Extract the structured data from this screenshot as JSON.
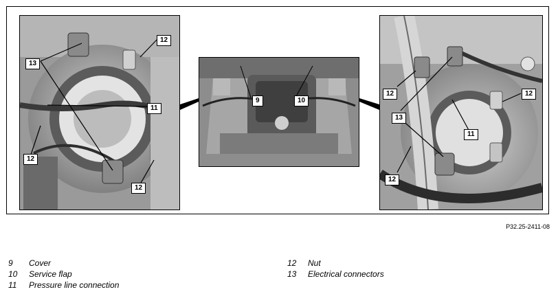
{
  "figure": {
    "code": "P32.25-2411-08",
    "callouts": {
      "left": [
        "12",
        "13",
        "11",
        "12",
        "12"
      ],
      "center": [
        "9",
        "10"
      ],
      "right": [
        "12",
        "12",
        "13",
        "11",
        "12"
      ]
    }
  },
  "legend": [
    {
      "number": "9",
      "label": "Cover"
    },
    {
      "number": "10",
      "label": "Service flap"
    },
    {
      "number": "11",
      "label": "Pressure line connection"
    },
    {
      "number": "12",
      "label": "Nut"
    },
    {
      "number": "13",
      "label": "Electrical connectors"
    }
  ]
}
